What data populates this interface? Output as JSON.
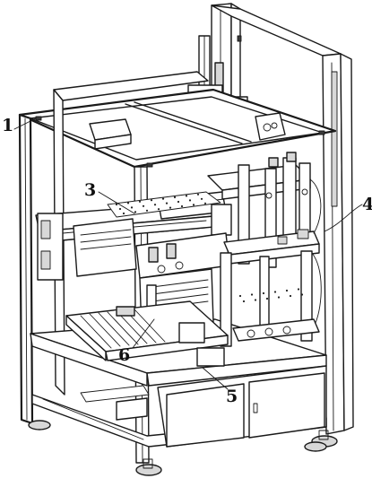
{
  "figure": {
    "callouts": [
      {
        "id": "1",
        "text": "1"
      },
      {
        "id": "3",
        "text": "3"
      },
      {
        "id": "4",
        "text": "4"
      },
      {
        "id": "5",
        "text": "5"
      },
      {
        "id": "6",
        "text": "6"
      }
    ]
  }
}
